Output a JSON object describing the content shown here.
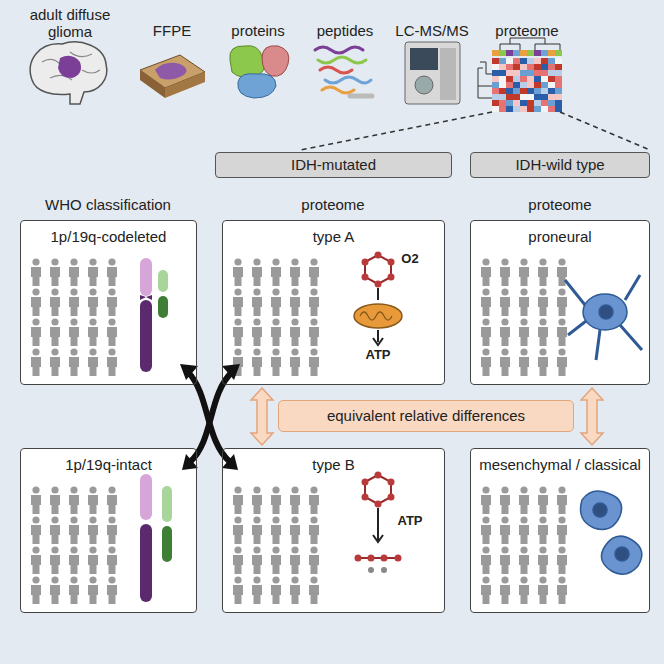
{
  "diagram": {
    "nodes": [
      {
        "text": [
          "IDH-mutated"
        ]
      },
      {
        "text": [
          "IDH-wild type"
        ]
      },
      {
        "text": [
          "1p/19q-codeleted"
        ]
      },
      {
        "text": [
          "type A"
        ]
      },
      {
        "text": [
          "proneural"
        ]
      },
      {
        "text": [
          "equivalent relative differences"
        ]
      },
      {
        "text": [
          "1p/19q-intact"
        ]
      },
      {
        "text": [
          "type B"
        ]
      },
      {
        "text": [
          "mesenchymal / classical"
        ]
      }
    ],
    "edges": [
      {
        "from": 3,
        "to": 7,
        "arrow": "both"
      },
      {
        "from": 4,
        "to": 8,
        "arrow": "both"
      }
    ],
    "labels": [
      "adult diffuse glioma",
      "FFPE",
      "proteins",
      "peptides",
      "LC-MS/MS",
      "proteome",
      "WHO classification",
      "proteome",
      "proteome",
      "O2",
      "ATP",
      "ATP"
    ]
  }
}
